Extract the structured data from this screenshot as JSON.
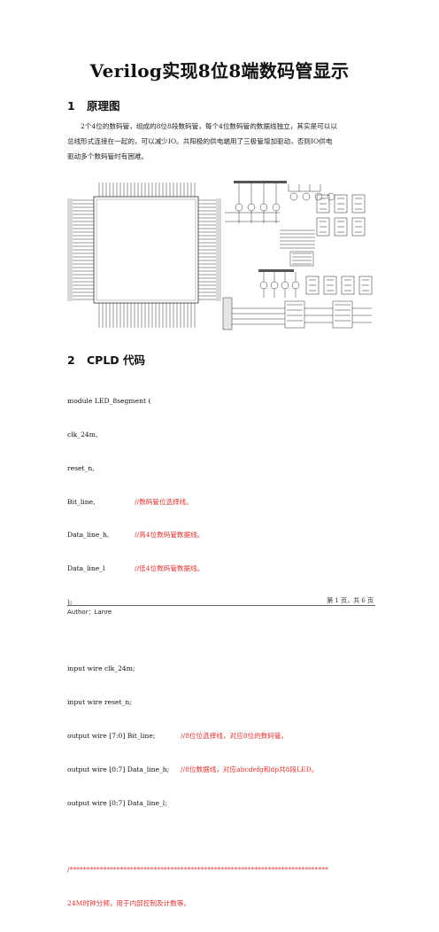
{
  "doc": {
    "title": "Verilog实现8位8端数码管显示"
  },
  "section1": {
    "number": "1",
    "heading": "原理图",
    "paragraph_lines": [
      "2个4位的数码管，组成的8位8段数码管，每个4位数码管的数据线独立，其实是可以以",
      "总线形式连接在一起的，可以减少IO。共阳极的供电端用了三极管增加驱动，否则IO供电",
      "驱动多个数码管时有困难。"
    ]
  },
  "section2": {
    "number": "2",
    "heading": "CPLD 代码",
    "code": [
      {
        "text": "module LED_8segment (",
        "comment": ""
      },
      {
        "text": "clk_24m,",
        "comment": ""
      },
      {
        "text": "reset_n,",
        "comment": ""
      },
      {
        "text": "Bit_line,",
        "comment": "//数码管位选择线。"
      },
      {
        "text": "Data_line_h,",
        "comment": "//高4位数码管数据线。"
      },
      {
        "text": "Data_line_l",
        "comment": "//低4位数码管数据线。"
      },
      {
        "text": ");",
        "comment": ""
      },
      {
        "text": "",
        "comment": ""
      },
      {
        "text": "input wire clk_24m;",
        "comment": ""
      },
      {
        "text": "input wire reset_n;",
        "comment": ""
      },
      {
        "text": "output wire [7:0] Bit_line;",
        "comment": "//8位位选择线，对应8位的数码管。"
      },
      {
        "text": "output wire [0:7] Data_line_h;",
        "comment": "//8位数据线，对应abcdefg和dp共8段LED。"
      },
      {
        "text": "output wire [0:7] Data_line_l;",
        "comment": ""
      },
      {
        "text": "",
        "comment": ""
      },
      {
        "text": "",
        "comment": "/*****************************************************************************"
      },
      {
        "text": "",
        "comment": "24M时钟分频，用于内部控制及计数等。"
      }
    ]
  },
  "footer": {
    "page": "第 1 页，共 6 页",
    "author": "Author：Lanre"
  }
}
